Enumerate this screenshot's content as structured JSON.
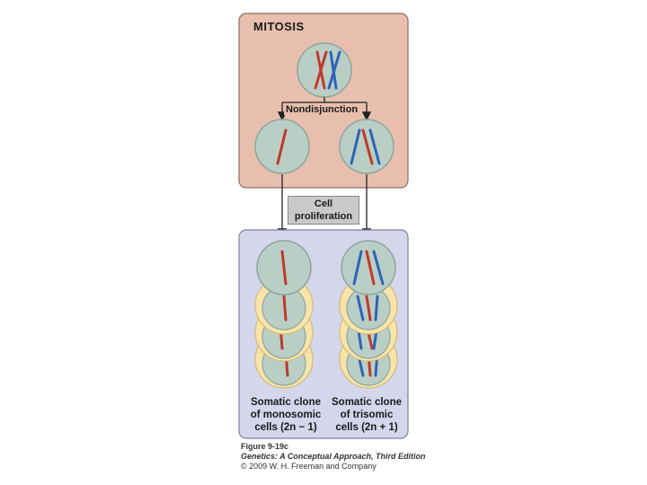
{
  "diagram": {
    "title": "MITOSIS",
    "step_label": "Nondisjunction",
    "process_label": [
      "Cell",
      "proliferation"
    ],
    "captions": {
      "left": [
        "Somatic clone",
        "of monosomic",
        "cells (2n − 1)"
      ],
      "right": [
        "Somatic clone",
        "of trisomic",
        "cells (2n + 1)"
      ]
    },
    "credit": {
      "figure": "Figure 9-19c",
      "book": "Genetics: A Conceptual Approach, Third Edition",
      "copyright": "© 2009 W. H. Freeman and Company"
    },
    "colors": {
      "top_panel": "#e8bfae",
      "bottom_panel": "#d4d6ec",
      "cell_fill": "#b9cfc6",
      "cell_ring": "#f8e4a8",
      "chromosome_red": "#c0392b",
      "chromosome_blue": "#2e63b8",
      "arrow": "#222222"
    }
  }
}
